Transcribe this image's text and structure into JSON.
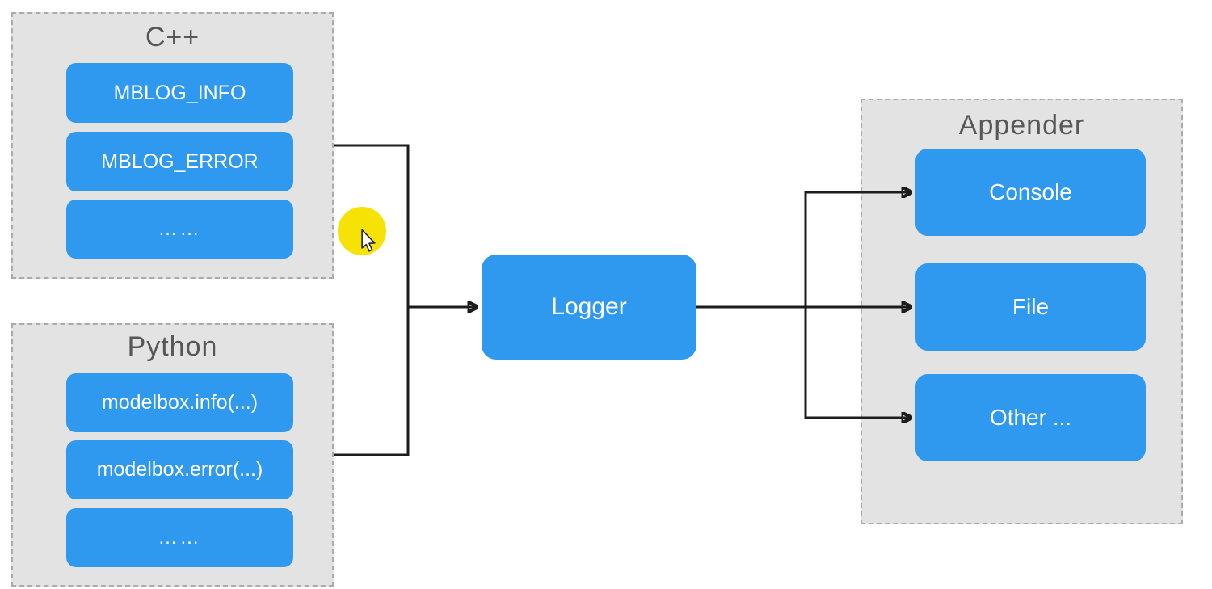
{
  "colors": {
    "accent-blue": "#2f99f0",
    "panel-gray": "#e3e3e3",
    "panel-border": "#ababab",
    "title-gray": "#575757",
    "line-black": "#1c1c1c",
    "highlight-yellow": "#f6e205",
    "box-text": "#ffffff"
  },
  "groups": {
    "cpp": {
      "title": "C++",
      "items": [
        "MBLOG_INFO",
        "MBLOG_ERROR",
        "……"
      ]
    },
    "python": {
      "title": "Python",
      "items": [
        "modelbox.info(...)",
        "modelbox.error(...)",
        "……"
      ]
    },
    "appender": {
      "title": "Appender",
      "items": [
        "Console",
        "File",
        "Other ..."
      ]
    }
  },
  "logger": {
    "label": "Logger"
  },
  "overlay": {
    "cursor_icon": "arrow-pointer",
    "highlight": "yellow-click-circle"
  }
}
